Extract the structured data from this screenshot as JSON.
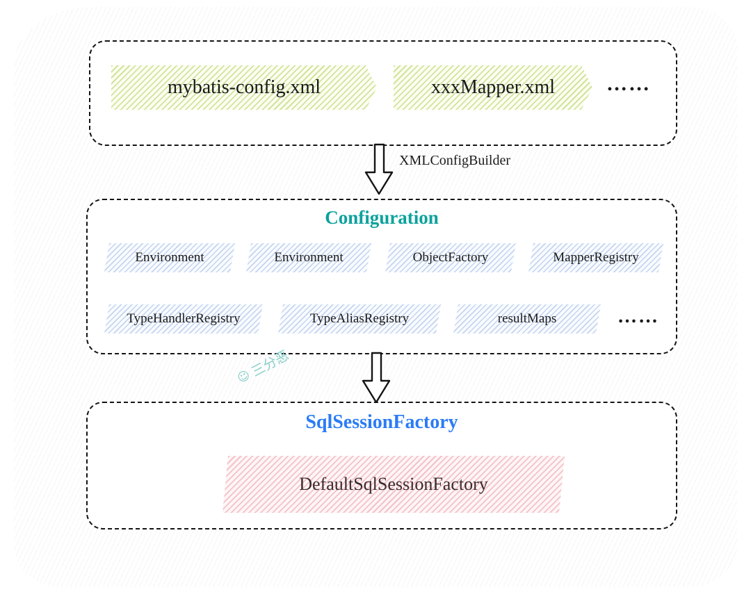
{
  "diagram": {
    "top_box": {
      "items": [
        {
          "label": "mybatis-config.xml"
        },
        {
          "label": "xxxMapper.xml"
        }
      ],
      "ellipsis": "……"
    },
    "arrow1": {
      "label": "XMLConfigBuilder"
    },
    "config_box": {
      "title": "Configuration",
      "row1": [
        "Environment",
        "Environment",
        "ObjectFactory",
        "MapperRegistry"
      ],
      "row2": [
        "TypeHandlerRegistry",
        "TypeAliasRegistry",
        "resultMaps"
      ],
      "ellipsis": "……"
    },
    "watermark": {
      "face_icon": "☺",
      "text": "三分恶"
    },
    "factory_box": {
      "title": "SqlSessionFactory",
      "item": "DefaultSqlSessionFactory"
    },
    "colors": {
      "config_title": "#0ba29d",
      "factory_title": "#2b7bf6",
      "green_hatch": "#cde39b",
      "blue_hatch": "#c9ddf2",
      "red_hatch": "#f2bcc2",
      "border": "#141414"
    }
  }
}
